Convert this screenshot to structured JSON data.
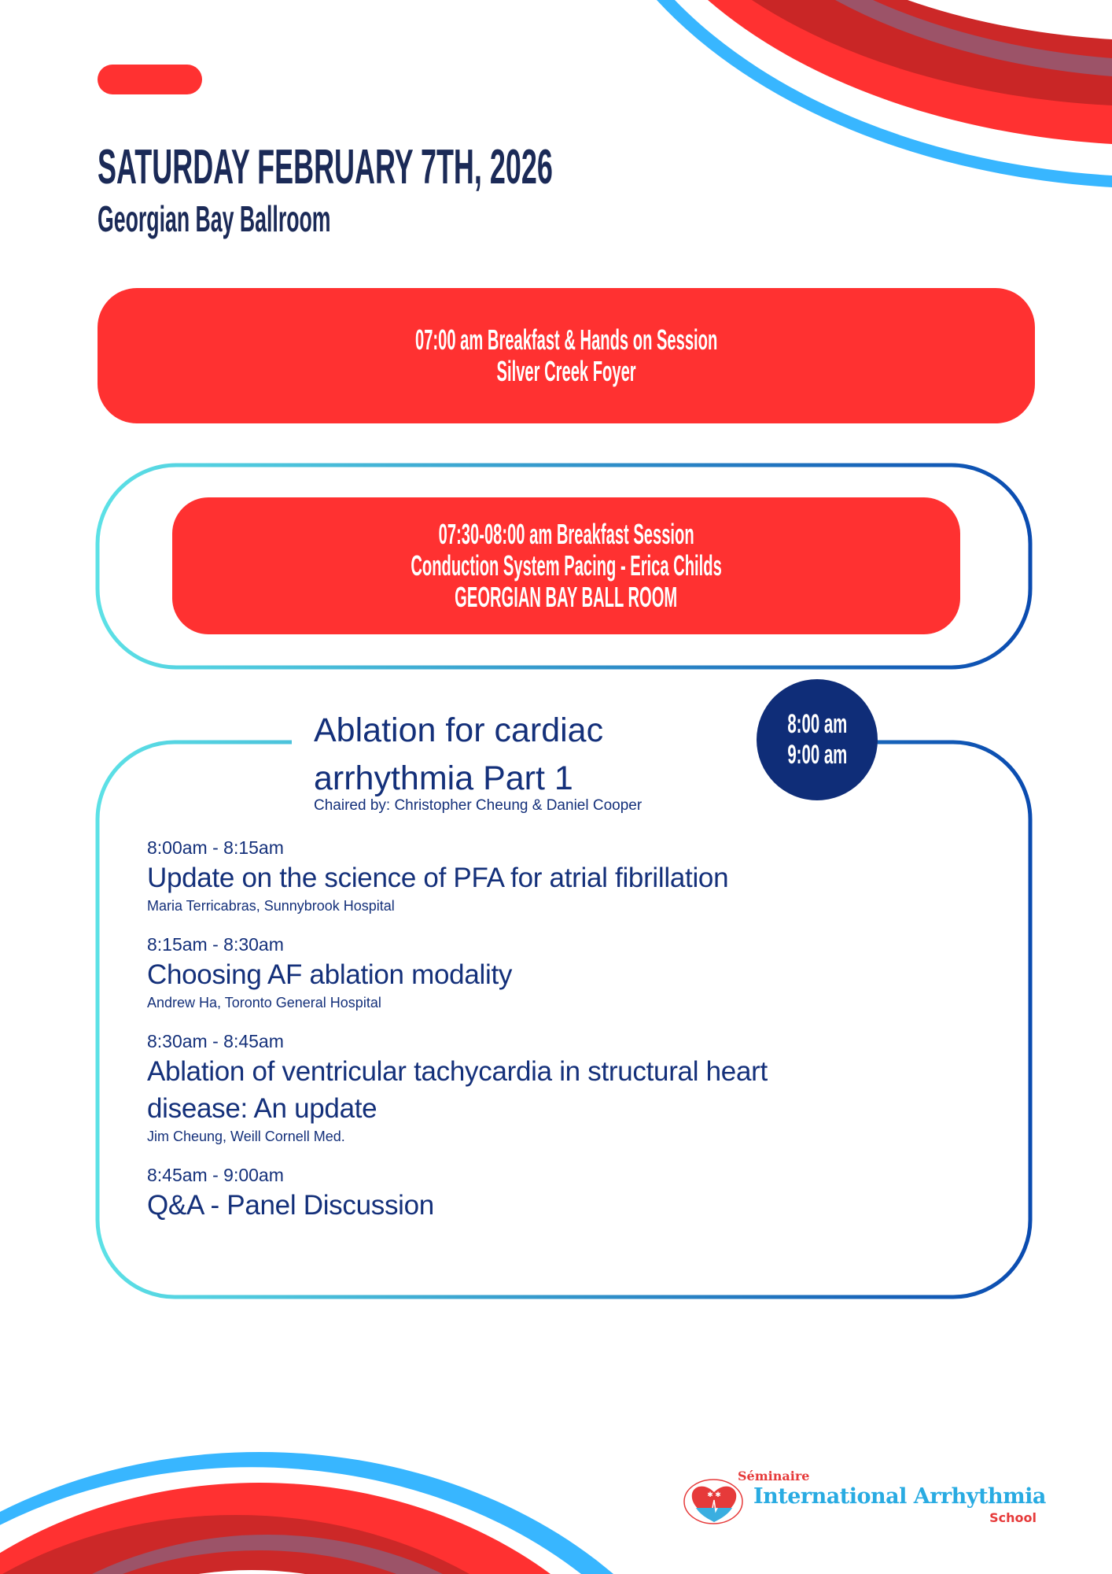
{
  "header": {
    "date": "SATURDAY FEBRUARY 7TH, 2026",
    "venue": "Georgian Bay Ballroom"
  },
  "box1": {
    "line1": "07:00 am Breakfast & Hands on Session",
    "line2": "Silver Creek Foyer"
  },
  "box2": {
    "line1": "07:30-08:00 am Breakfast Session",
    "line2": "Conduction System Pacing - Erica Childs",
    "line3": "GEORGIAN BAY BALL ROOM"
  },
  "session": {
    "title_line1": "Ablation for cardiac",
    "title_line2": "arrhythmia Part 1",
    "chaired": "Chaired by: Christopher Cheung & Daniel Cooper",
    "start": "8:00 am",
    "end": "9:00 am",
    "items": [
      {
        "time": "8:00am - 8:15am",
        "title": "Update on the science of PFA for atrial fibrillation",
        "speaker": "Maria Terricabras, Sunnybrook Hospital"
      },
      {
        "time": "8:15am - 8:30am",
        "title": "Choosing AF ablation modality",
        "speaker": "Andrew Ha, Toronto General Hospital"
      },
      {
        "time": "8:30am - 8:45am",
        "title": "Ablation of ventricular tachycardia in structural heart disease: An update",
        "speaker": "Jim Cheung, Weill Cornell Med."
      },
      {
        "time": "8:45am - 9:00am",
        "title": "Q&A - Panel Discussion",
        "speaker": null
      }
    ]
  },
  "logo": {
    "seminaire": "Séminaire",
    "name": "International Arrhythmia",
    "school": "School"
  },
  "colors": {
    "red": "#ff3131",
    "navy": "#14307a",
    "blue": "#38b6ff",
    "circle": "#0f2d78"
  }
}
